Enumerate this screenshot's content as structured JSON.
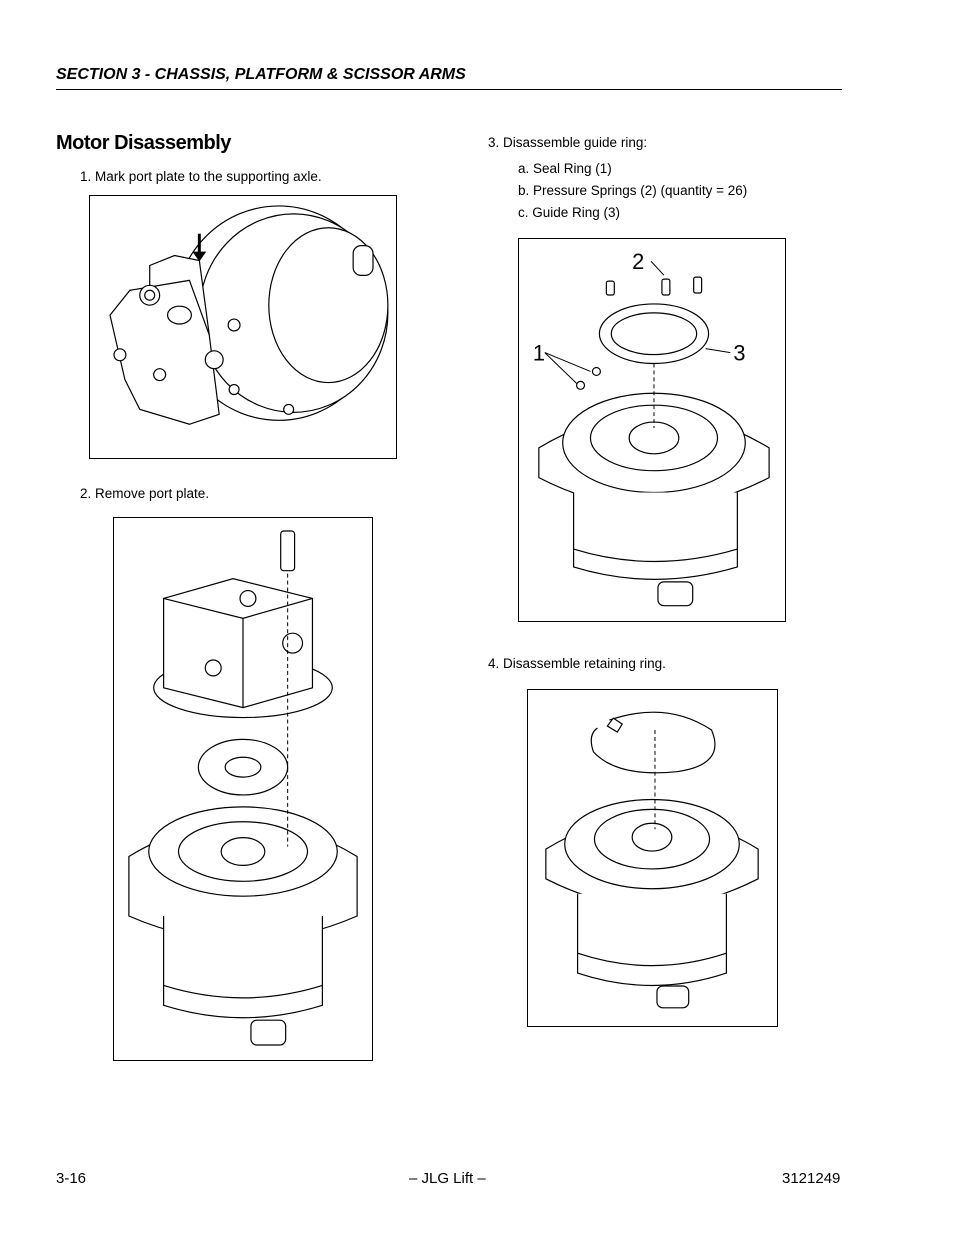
{
  "header": {
    "section": "SECTION 3 - CHASSIS, PLATFORM & SCISSOR ARMS"
  },
  "title": "Motor Disassembly",
  "steps": {
    "s1": "1.   Mark port plate to the supporting axle.",
    "s2": "2.   Remove port plate.",
    "s3": "3.   Disassemble guide ring:",
    "s3a": "a.   Seal Ring (1)",
    "s3b": "b.   Pressure Springs (2) (quantity = 26)",
    "s3c": "c.   Guide Ring (3)",
    "s4": "4.   Disassemble retaining ring."
  },
  "callouts": {
    "c1": "1",
    "c2": "2",
    "c3": "3"
  },
  "footer": {
    "page": "3-16",
    "center": "– JLG Lift –",
    "doc": "3121249"
  }
}
